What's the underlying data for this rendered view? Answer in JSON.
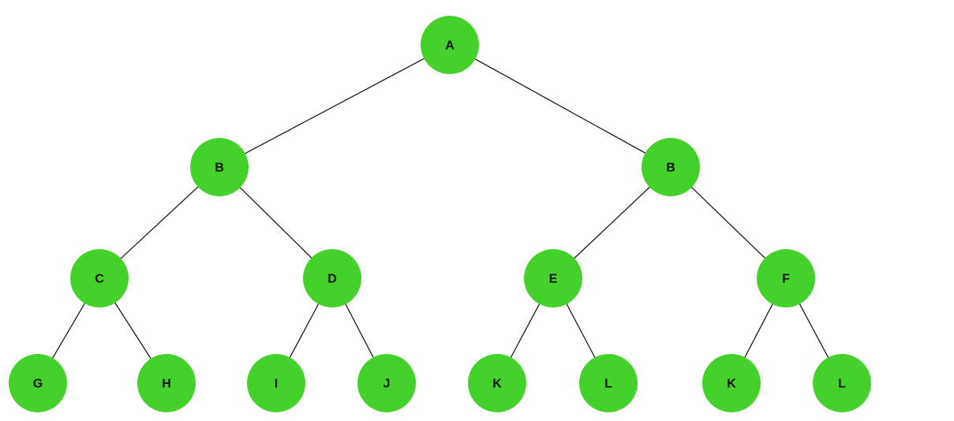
{
  "colors": {
    "node_fill": "#45d12b",
    "edge": "#1a1a1a",
    "label": "#111111",
    "background": "#ffffff"
  },
  "tree": {
    "label": "A",
    "children": [
      {
        "label": "B",
        "children": [
          {
            "label": "C",
            "children": [
              {
                "label": "G"
              },
              {
                "label": "H"
              }
            ]
          },
          {
            "label": "D",
            "children": [
              {
                "label": "I"
              },
              {
                "label": "J"
              }
            ]
          }
        ]
      },
      {
        "label": "B",
        "children": [
          {
            "label": "E",
            "children": [
              {
                "label": "K"
              },
              {
                "label": "L"
              }
            ]
          },
          {
            "label": "F",
            "children": [
              {
                "label": "K"
              },
              {
                "label": "L"
              }
            ]
          }
        ]
      }
    ]
  }
}
